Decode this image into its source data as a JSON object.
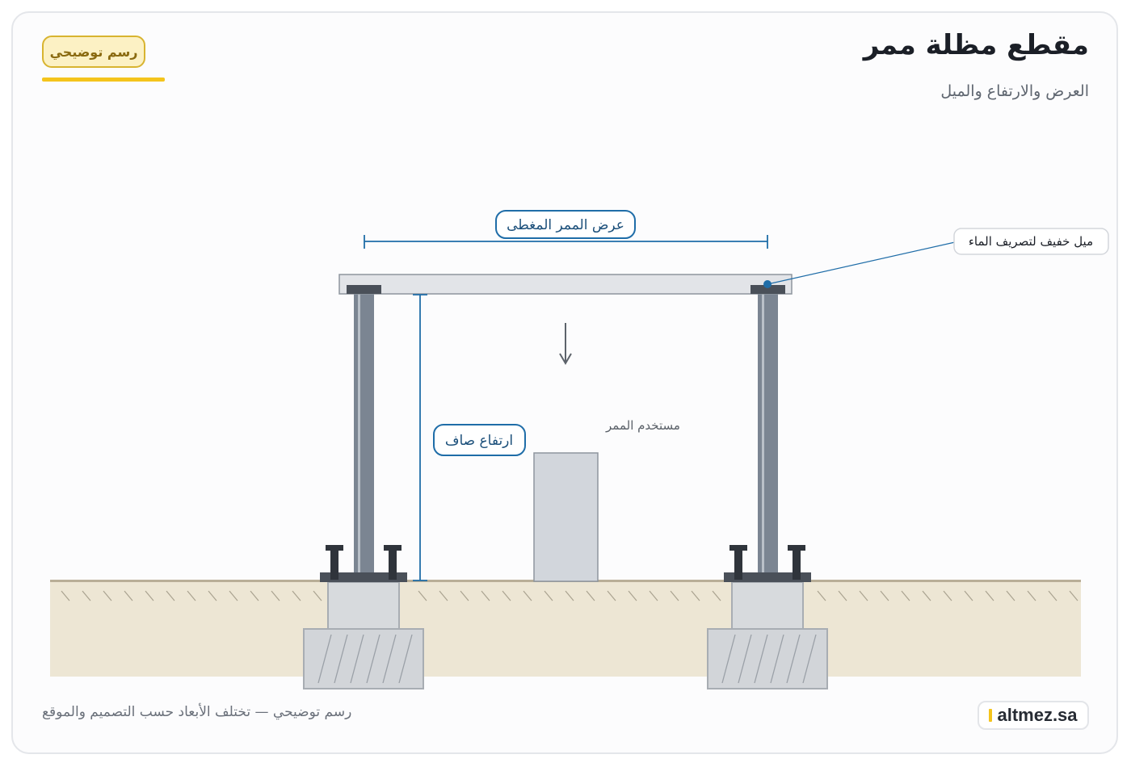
{
  "header": {
    "title": "مقطع مظلة ممر",
    "subtitle": "العرض والارتفاع والميل"
  },
  "badge": {
    "label": "رسم توضيحي"
  },
  "diagram": {
    "width_label": "عرض الممر المغطى",
    "height_label": "ارتفاع صاف",
    "user_label": "مستخدم الممر",
    "slope_label": "ميل خفيف لتصريف الماء"
  },
  "footer": {
    "note": "رسم توضيحي — تختلف الأبعاد حسب التصميم والموقع",
    "brand": "altmez.sa"
  },
  "colors": {
    "accent_yellow": "#f4c41c",
    "dimension_blue": "#1f6da8",
    "steel": "#7b8592",
    "steel_dark": "#3f4650",
    "ground": "#ede6d4",
    "concrete": "#d2d5d9"
  },
  "icons": [
    "arrow-down-icon"
  ]
}
